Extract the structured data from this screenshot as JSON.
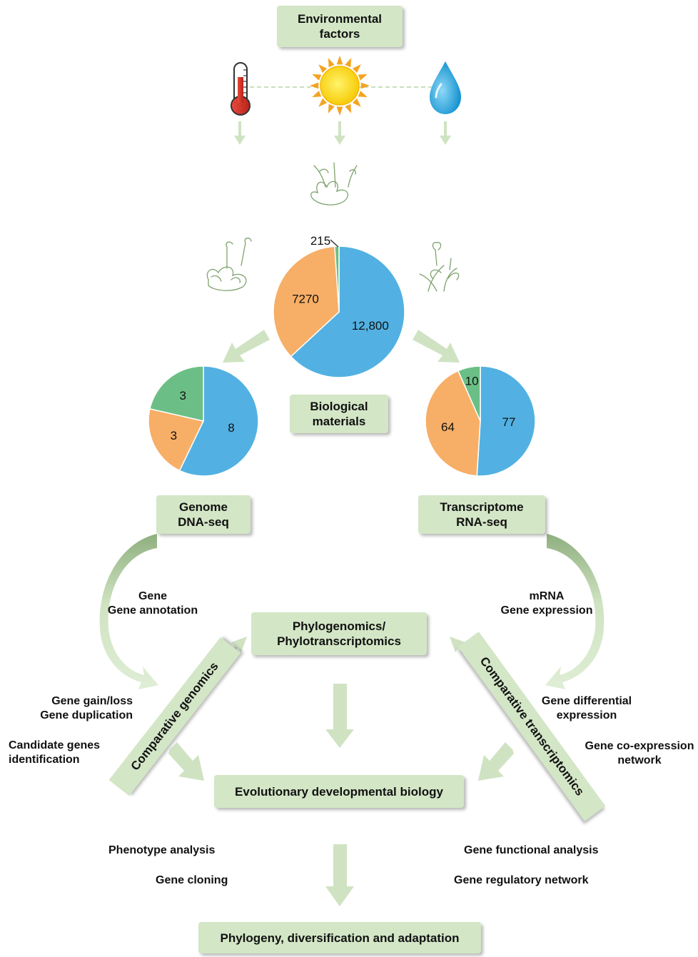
{
  "boxes": {
    "environmental": [
      "Environmental",
      "factors"
    ],
    "biological": [
      "Biological",
      "materials"
    ],
    "genome": [
      "Genome",
      "DNA-seq"
    ],
    "transcriptome": [
      "Transcriptome",
      "RNA-seq"
    ],
    "phylogenomics": [
      "Phylogenomics/",
      "Phylotranscriptomics"
    ],
    "evodevo": "Evolutionary developmental biology",
    "phylogeny": "Phylogeny, diversification and adaptation"
  },
  "bands": {
    "comparative_genomics": "Comparative genomics",
    "comparative_transcriptomics": "Comparative transcriptomics"
  },
  "labels": {
    "gene": [
      "Gene",
      "Gene annotation"
    ],
    "mrna": [
      "mRNA",
      "Gene expression"
    ],
    "gain_loss": [
      "Gene gain/loss",
      "Gene duplication"
    ],
    "candidate": [
      "Candidate genes",
      "identification"
    ],
    "diff_expr": [
      "Gene differential",
      "expression"
    ],
    "coexpr": [
      "Gene co-expression",
      "network"
    ],
    "phenotype": "Phenotype analysis",
    "cloning": "Gene cloning",
    "functional": "Gene functional analysis",
    "regulatory": "Gene regulatory network"
  },
  "icons": [
    "thermometer-icon",
    "sun-icon",
    "water-drop-icon",
    "plant-icon"
  ],
  "colors": {
    "box_fill": "#d3e6c6",
    "arrow": "#cfe3c2",
    "pie_blue": "#52b1e2",
    "pie_orange": "#f7ae66",
    "pie_green": "#6bbf86"
  },
  "chart_data": [
    {
      "type": "pie",
      "values": [
        12800,
        7270,
        215
      ],
      "labels": [
        "12,800",
        "7270",
        "215"
      ]
    },
    {
      "type": "pie",
      "values": [
        8,
        3,
        3
      ],
      "labels": [
        "8",
        "3",
        "3"
      ]
    },
    {
      "type": "pie",
      "values": [
        77,
        64,
        10
      ],
      "labels": [
        "77",
        "64",
        "10"
      ]
    }
  ]
}
